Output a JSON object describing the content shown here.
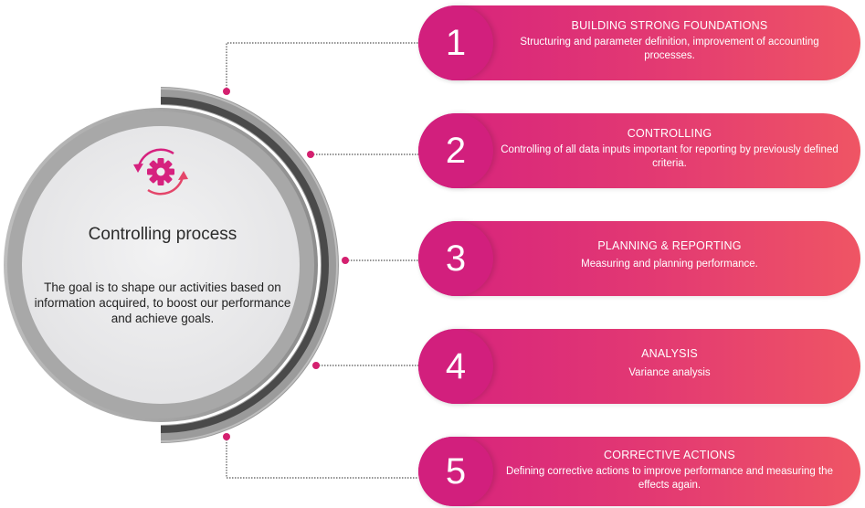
{
  "circle": {
    "title": "Controlling process",
    "description": "The goal is to shape our activities based on information acquired, to boost our performance and achieve goals."
  },
  "steps": [
    {
      "number": "1",
      "title": "BUILDING STRONG FOUNDATIONS",
      "description": "Structuring and parameter definition, improvement of accounting processes."
    },
    {
      "number": "2",
      "title": "CONTROLLING",
      "description": "Controlling of all data inputs important for reporting by previously defined criteria."
    },
    {
      "number": "3",
      "title": "PLANNING & REPORTING",
      "description": "Measuring and planning performance."
    },
    {
      "number": "4",
      "title": "ANALYSIS",
      "description": "Variance analysis"
    },
    {
      "number": "5",
      "title": "CORRECTIVE ACTIONS",
      "description": "Defining corrective actions to improve performance and measuring the effects again."
    }
  ],
  "colors": {
    "accent": "#d6217e",
    "accent_end": "#ef5564",
    "dot": "#d4206f",
    "ring_dark": "#5a5a5a",
    "ring_light": "#9a9a9a",
    "circle_fill": "#e9e9ea"
  },
  "icons": {
    "center": "gear-cycle-icon"
  }
}
